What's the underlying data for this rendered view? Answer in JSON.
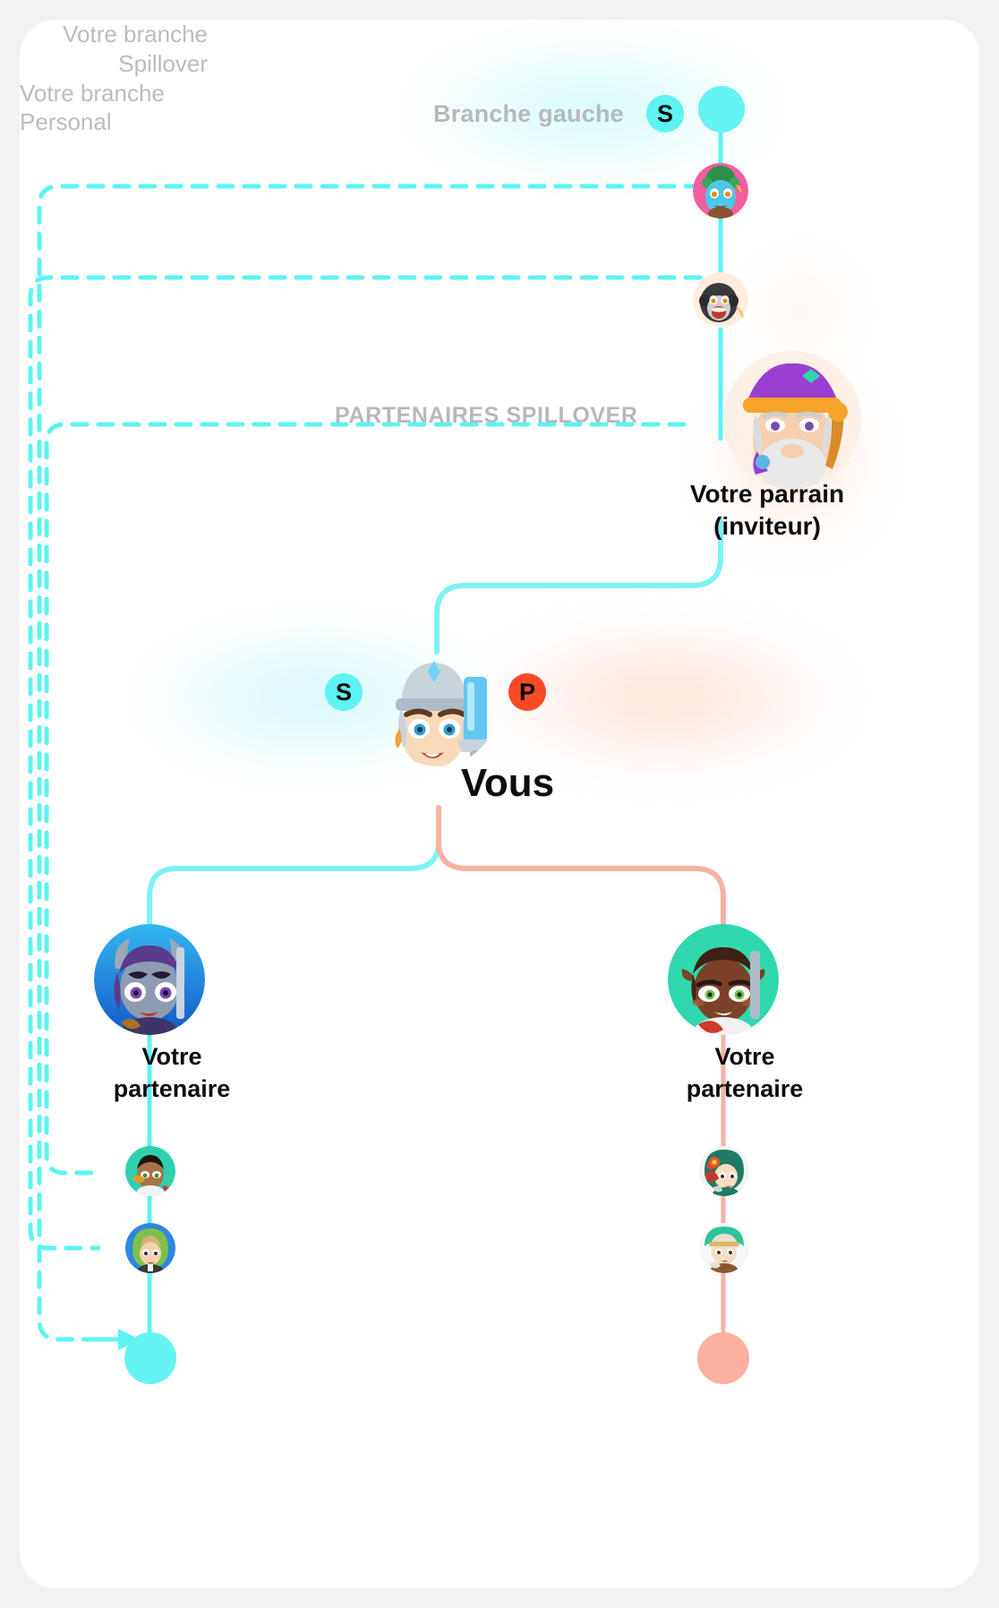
{
  "diagram": {
    "title_left": "Branche gauche",
    "label_spillover_partners": "PARTENAIRES SPILLOVER",
    "sponsor_label_line1": "Votre parrain",
    "sponsor_label_line2": "(inviteur)",
    "you_label": "Vous",
    "branch_left_line1": "Votre branche",
    "branch_left_line2": "Spillover",
    "branch_right_line1": "Votre branche",
    "branch_right_line2": "Personal",
    "partner_left_line1": "Votre",
    "partner_left_line2": "partenaire",
    "partner_right_line1": "Votre",
    "partner_right_line2": "partenaire",
    "badge_spillover": "S",
    "badge_personal": "P"
  },
  "colors": {
    "spillover_cyan": "#5df3f3",
    "personal_red": "#f84a24",
    "personal_line": "#f7b2a3",
    "label_gray": "#b8b8ba",
    "text_black": "#0d0d0d",
    "card_white": "#ffffff",
    "page_bg": "#f2f2f4"
  },
  "nodes": {
    "top_cyan_dot": "spillover-root-node",
    "avatar_blue_troll": "partner-avatar-blue-troll",
    "avatar_gorilla": "partner-avatar-gorilla",
    "avatar_wizard": "sponsor-avatar-wizard",
    "avatar_knight": "you-avatar-knight",
    "avatar_purple_warrior": "partner-avatar-purple-warrior",
    "avatar_brown_warrior": "partner-avatar-brown-warrior",
    "avatar_small_1_left": "downline-avatar-left-1",
    "avatar_small_2_left": "downline-avatar-left-2",
    "avatar_small_1_right": "downline-avatar-right-1",
    "avatar_small_2_right": "downline-avatar-right-2",
    "bottom_cyan_dot": "spillover-leaf-node",
    "bottom_pink_dot": "personal-leaf-node"
  }
}
